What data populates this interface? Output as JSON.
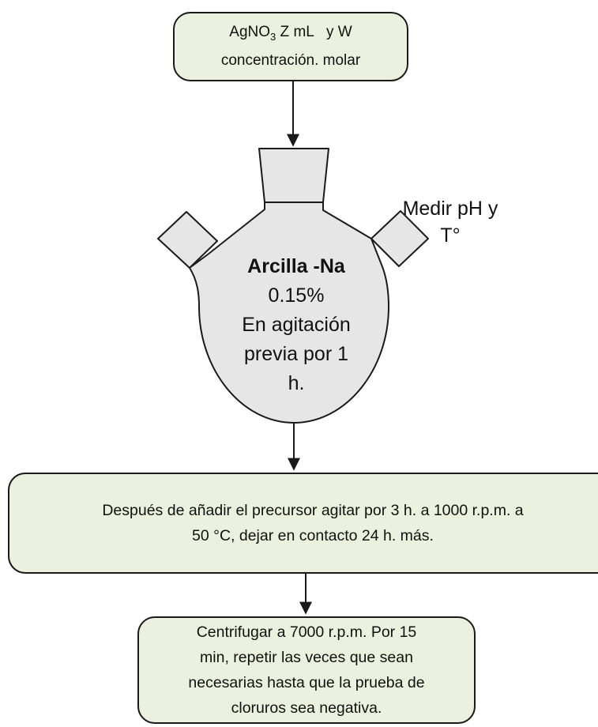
{
  "top_box": {
    "line1_main": "AgNO",
    "line1_sub": "3",
    "line1_rest": " Z mL   y W",
    "line2": "concentración. molar"
  },
  "flask": {
    "label": "Arcilla -Na",
    "lines": [
      "0.15%",
      "En agitación",
      "previa por 1",
      "h."
    ],
    "fill": "#e6e6e6"
  },
  "side_note": {
    "line1": "Medir pH y",
    "line2": "T°"
  },
  "middle_box": {
    "line1": "Después de añadir el precursor  agitar por 3 h. a 1000 r.p.m. a",
    "line2": "50 °C, dejar en contacto 24 h. más."
  },
  "bottom_box": {
    "lines": [
      "Centrifugar a 7000 r.p.m. Por 15",
      "min, repetir las veces que sean",
      "necesarias hasta que la prueba de",
      "cloruros sea negativa."
    ]
  },
  "colors": {
    "box_fill": "#ebf1de",
    "stroke": "#1a1a1a"
  }
}
